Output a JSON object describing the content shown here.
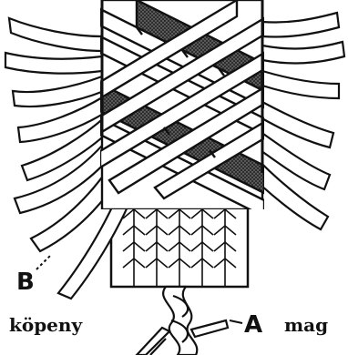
{
  "labels": {
    "marker_b": "B",
    "marker_a": "A",
    "sheath": "köpeny",
    "core": "mag"
  },
  "colors": {
    "ink": "#111111",
    "paper": "#ffffff",
    "dark_strand": "#3a3a3a"
  }
}
